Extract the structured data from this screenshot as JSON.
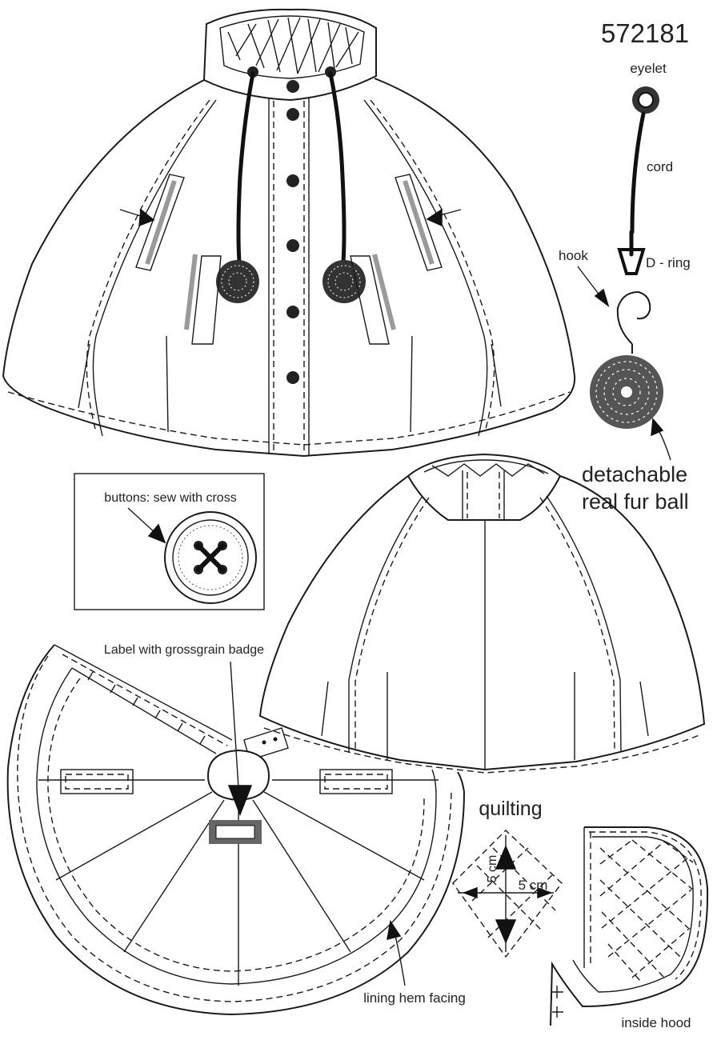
{
  "article_number": "572181",
  "labels": {
    "eyelet": "eyelet",
    "cord": "cord",
    "hook": "hook",
    "d_ring": "D - ring",
    "fur_line1": "detachable",
    "fur_line2": "real fur ball",
    "buttons": "buttons: sew with cross",
    "label_badge": "Label with grossgrain badge",
    "quilting": "quilting",
    "dim_vertical": "5 cm",
    "dim_horizontal": "5 cm",
    "lining_hem": "lining hem facing",
    "inside_hood": "inside hood"
  },
  "colors": {
    "line": "#1a1a1a",
    "pocket_accent": "#9a9a9a",
    "paper": "#ffffff"
  }
}
